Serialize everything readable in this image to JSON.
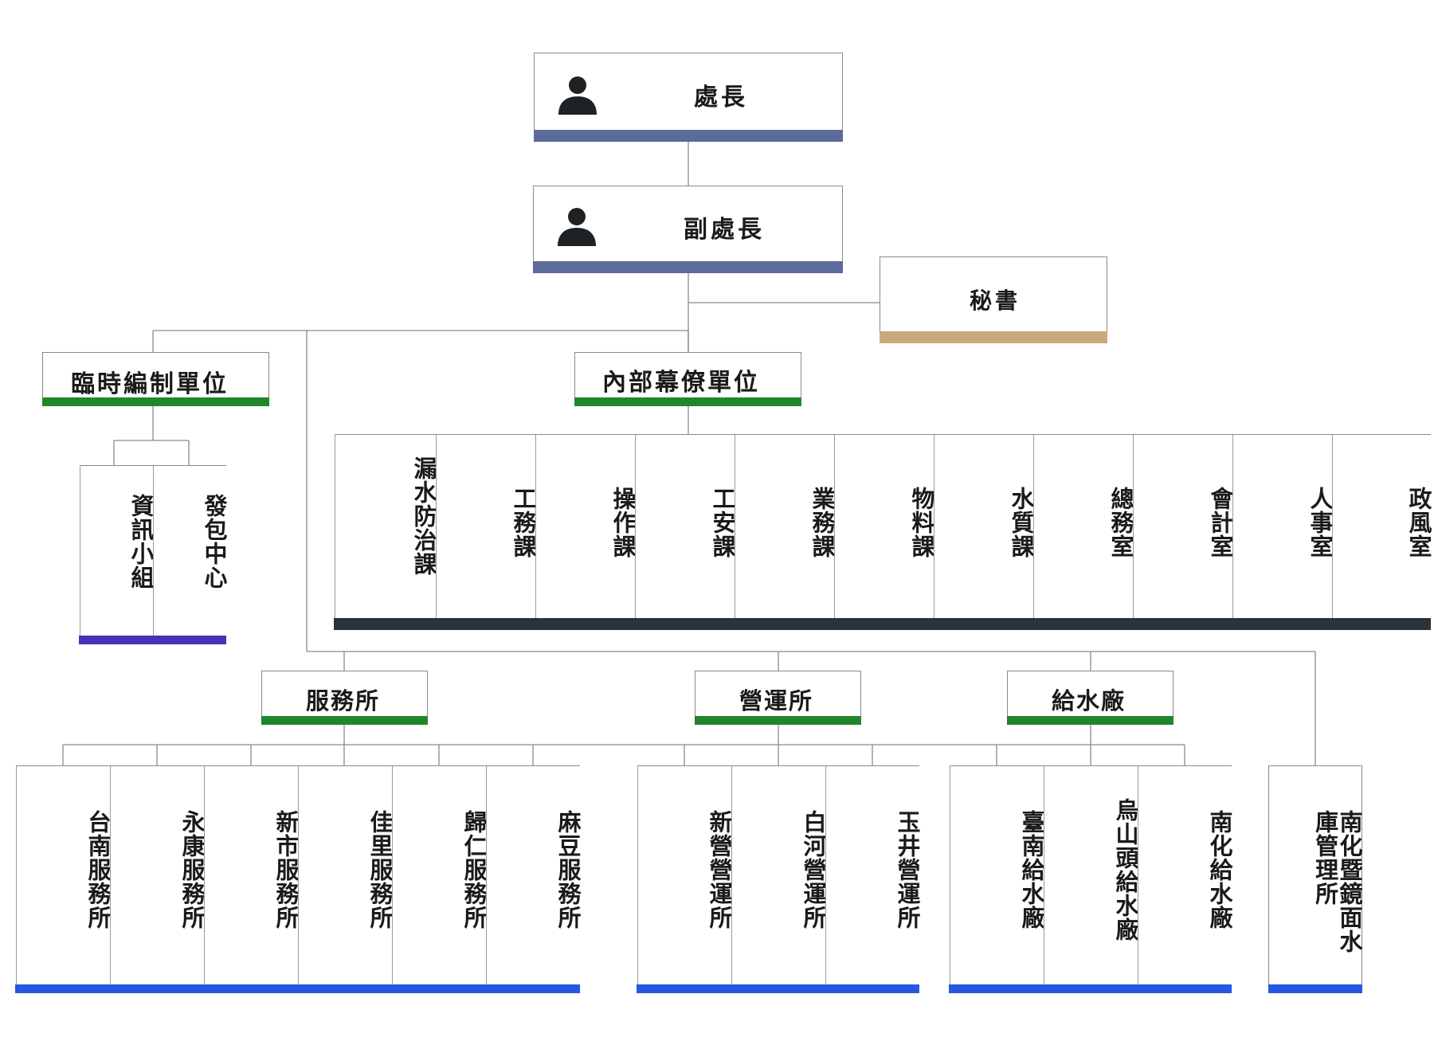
{
  "colors": {
    "leader_bar": "#5b6b9a",
    "secretary_bar": "#c9a87a",
    "group_bar": "#21862b",
    "temp_members_bar": "#4a31b5",
    "staff_units_bar": "#2a323a",
    "field_units_bar": "#2458e3",
    "line": "#8a8a8a"
  },
  "icons": {
    "person": "person-icon"
  },
  "director": {
    "title": "處長"
  },
  "deputy_director": {
    "title": "副處長"
  },
  "secretary": {
    "title": "秘書"
  },
  "temporary_units": {
    "title": "臨時編制單位",
    "members": [
      "資訊小組",
      "發包中心"
    ]
  },
  "internal_staff_units": {
    "title": "內部幕僚單位",
    "members": [
      "漏水防治課",
      "工務課",
      "操作課",
      "工安課",
      "業務課",
      "物料課",
      "水質課",
      "總務室",
      "會計室",
      "人事室",
      "政風室"
    ]
  },
  "service_offices": {
    "title": "服務所",
    "members": [
      "台南服務所",
      "永康服務所",
      "新市服務所",
      "佳里服務所",
      "歸仁服務所",
      "麻豆服務所"
    ]
  },
  "operation_offices": {
    "title": "營運所",
    "members": [
      "新營營運所",
      "白河營運所",
      "玉井營運所"
    ]
  },
  "water_plants": {
    "title": "給水廠",
    "members": [
      "臺南給水廠",
      "烏山頭給水廠",
      "南化給水廠"
    ]
  },
  "reservoir_office": {
    "title": "南化暨鏡面水庫管理所"
  }
}
